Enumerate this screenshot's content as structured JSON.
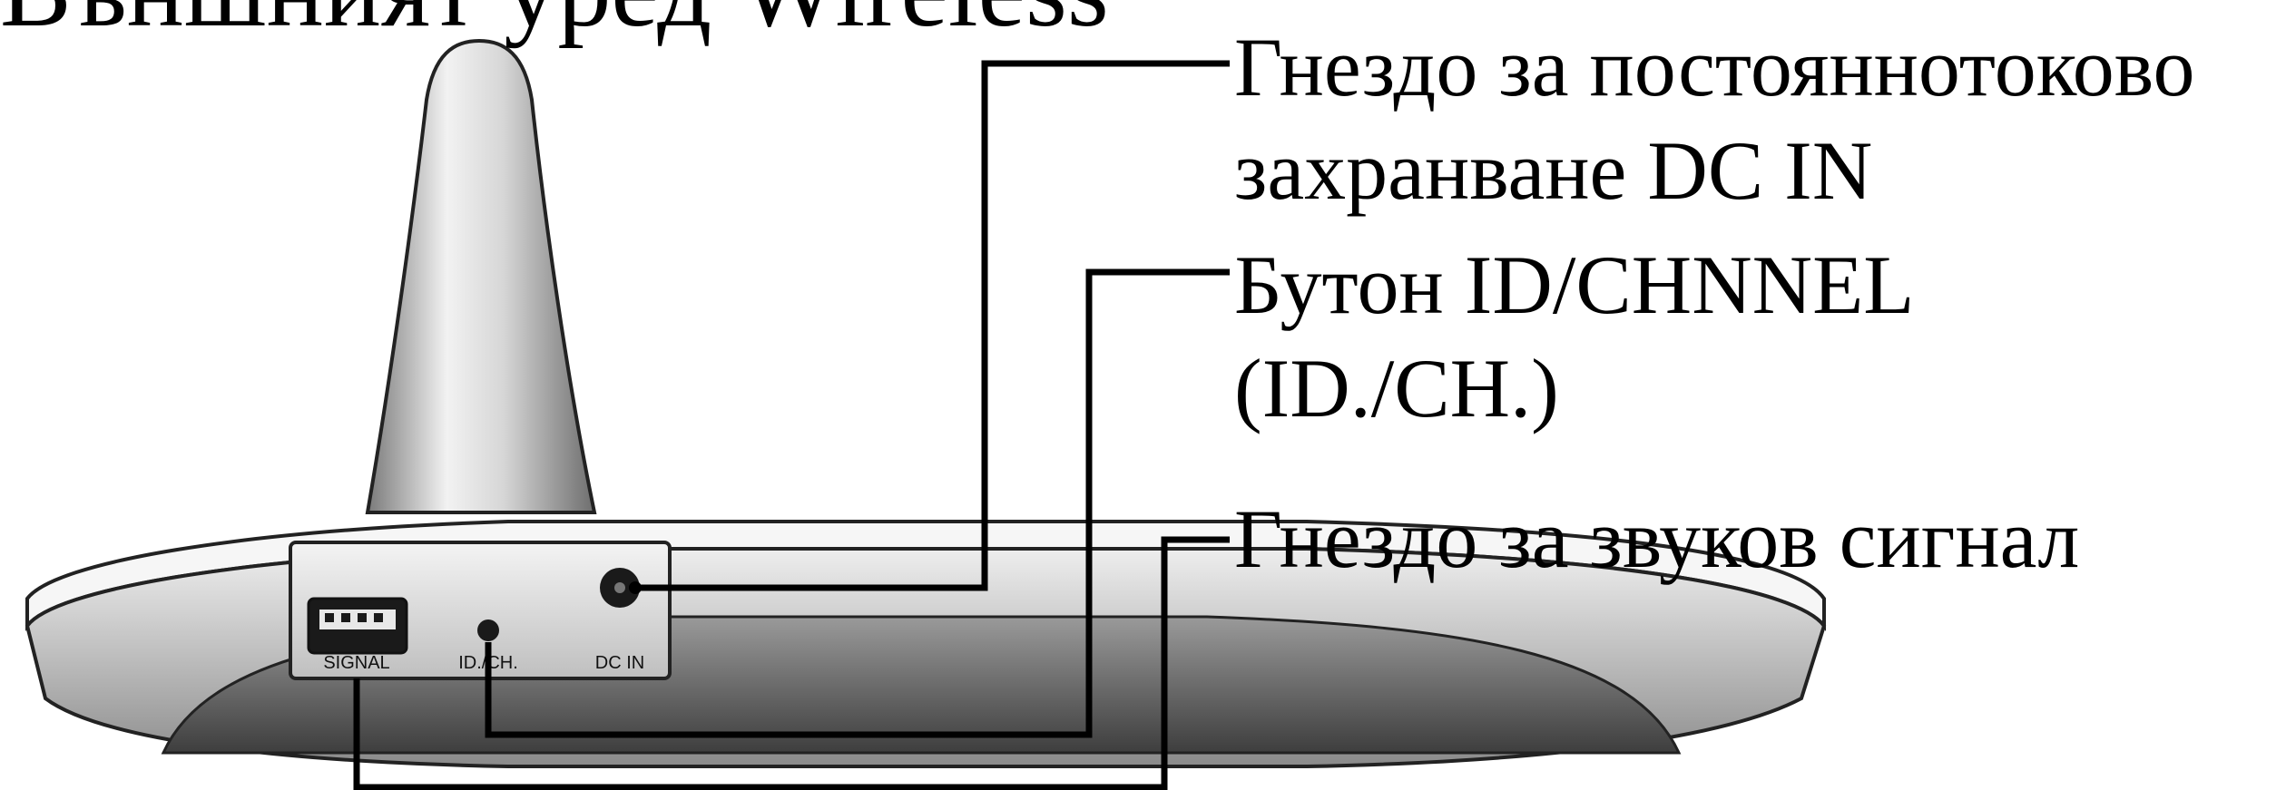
{
  "title": "Външният уред Wireless",
  "callouts": {
    "dc_in_line1": "Гнездо за постояннотоково",
    "dc_in_line2": "захранване DC IN",
    "id_ch_line1": "Бутон ID/CHNNEL",
    "id_ch_line2": "(ID./CH.)",
    "signal": "Гнездо за звуков сигнал"
  },
  "port_labels": {
    "signal": "SIGNAL",
    "id_ch": "ID./CH.",
    "dc_in": "DC IN"
  }
}
